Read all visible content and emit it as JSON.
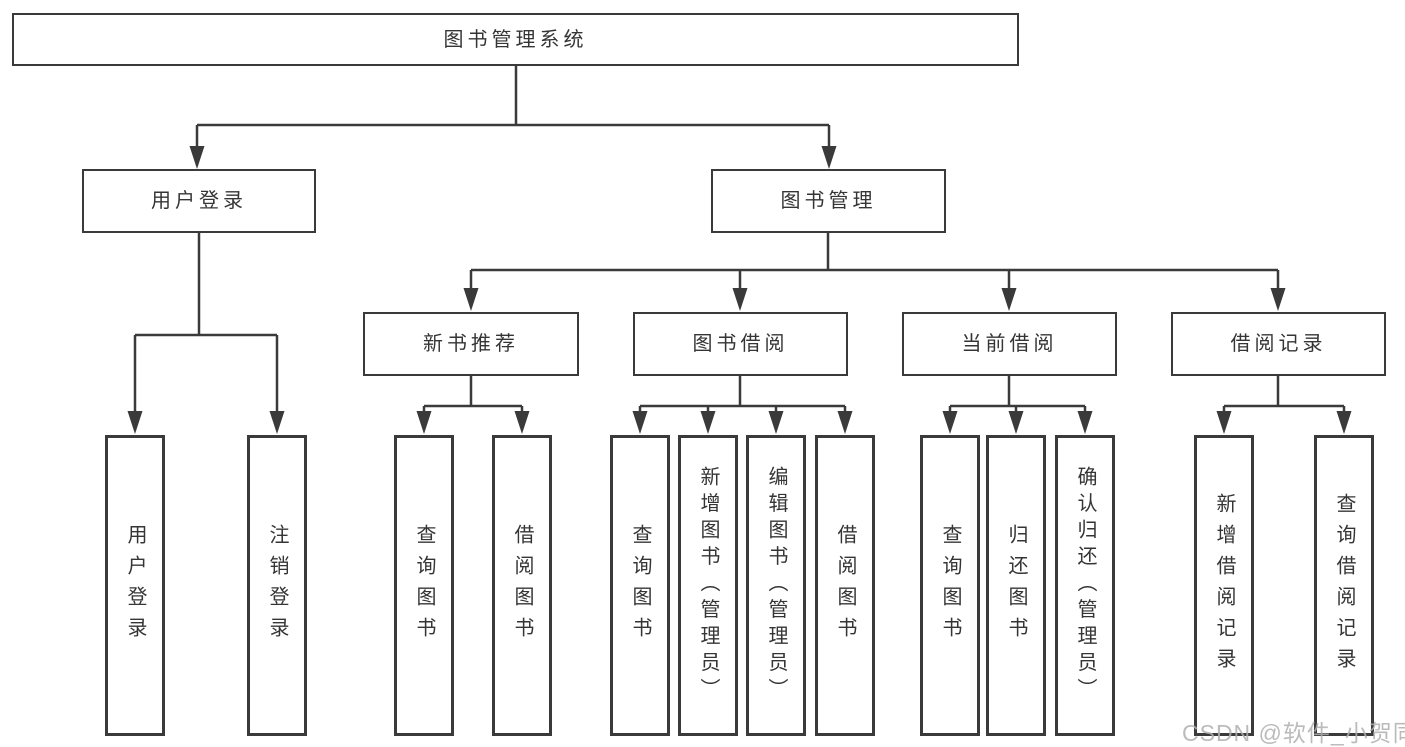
{
  "tree": {
    "label": "图书管理系统",
    "children": [
      {
        "label": "用户登录",
        "children": [
          {
            "label": "用户登录"
          },
          {
            "label": "注销登录"
          }
        ]
      },
      {
        "label": "图书管理",
        "children": [
          {
            "label": "新书推荐",
            "children": [
              {
                "label": "查询图书"
              },
              {
                "label": "借阅图书"
              }
            ]
          },
          {
            "label": "图书借阅",
            "children": [
              {
                "label": "查询图书"
              },
              {
                "label": "新增图书（管理员）"
              },
              {
                "label": "编辑图书（管理员）"
              },
              {
                "label": "借阅图书"
              }
            ]
          },
          {
            "label": "当前借阅",
            "children": [
              {
                "label": "查询图书"
              },
              {
                "label": "归还图书"
              },
              {
                "label": "确认归还（管理员）"
              }
            ]
          },
          {
            "label": "借阅记录",
            "children": [
              {
                "label": "新增借阅记录"
              },
              {
                "label": "查询借阅记录"
              }
            ]
          }
        ]
      }
    ]
  },
  "watermark": {
    "text": "CSDN @软件_小贺同学"
  },
  "colors": {
    "line": "#3a3a3a",
    "box_border": "#3a3a3a",
    "text": "#353535",
    "watermark": "#b0b0b0",
    "background": "#ffffff"
  }
}
